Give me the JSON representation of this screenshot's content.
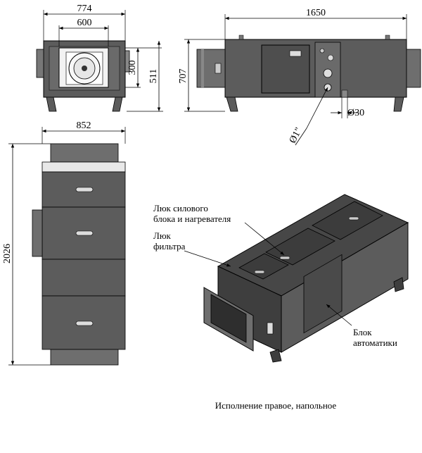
{
  "dimensions": {
    "front_overall_width": "774",
    "front_inner_width": "600",
    "front_inner_height": "300",
    "front_overall_height": "511",
    "side_length": "1650",
    "side_height": "707",
    "pipe_diameter": "Ø1\"",
    "pipe_length": "Ø30",
    "top_width": "852",
    "top_length": "2026"
  },
  "callouts": {
    "power_hatch": [
      "Люк силового",
      "блока и нагревателя"
    ],
    "filter_hatch": [
      "Люк",
      "фильтра"
    ],
    "automation_block": [
      "Блок",
      "автоматики"
    ]
  },
  "caption": "Исполнение правое, напольное",
  "colors": {
    "housing": "#5c5c5c",
    "housing_dark": "#474747",
    "housing_light": "#7a7a7a",
    "line": "#000000"
  }
}
